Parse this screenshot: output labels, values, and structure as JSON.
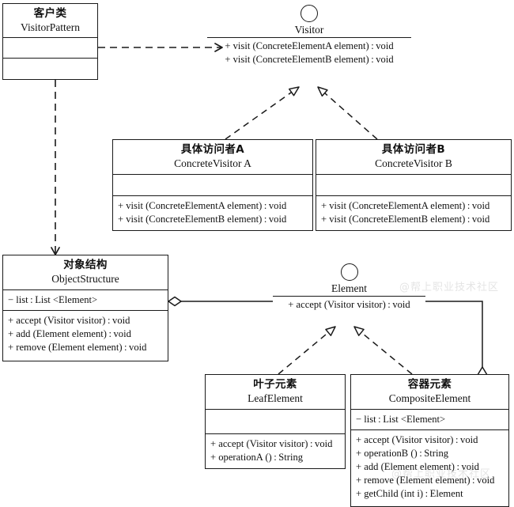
{
  "diagram": {
    "title": "Visitor Pattern UML Class Diagram",
    "stroke_color": "#1a1a1a",
    "background_color": "#ffffff"
  },
  "classes": {
    "client": {
      "cn_name": "客户类",
      "en_name": "VisitorPattern",
      "attributes": [],
      "operations": []
    },
    "concrete_visitor_a": {
      "cn_name": "具体访问者A",
      "en_name": "ConcreteVisitor A",
      "attributes": [],
      "operations": [
        "+ visit (ConcreteElementA element) : void",
        "+ visit (ConcreteElementB element) : void"
      ]
    },
    "concrete_visitor_b": {
      "cn_name": "具体访问者B",
      "en_name": "ConcreteVisitor B",
      "attributes": [],
      "operations": [
        "+ visit (ConcreteElementA element) : void",
        "+ visit (ConcreteElementB element) : void"
      ]
    },
    "object_structure": {
      "cn_name": "对象结构",
      "en_name": "ObjectStructure",
      "attributes": [
        "− list : List <Element>"
      ],
      "operations": [
        "+ accept (Visitor visitor) : void",
        "+ add (Element element) : void",
        "+ remove (Element element) : void"
      ]
    },
    "leaf_element": {
      "cn_name": "叶子元素",
      "en_name": "LeafElement",
      "attributes": [],
      "operations": [
        "+ accept (Visitor visitor) : void",
        "+ operationA () : String"
      ]
    },
    "composite_element": {
      "cn_name": "容器元素",
      "en_name": "CompositeElement",
      "attributes": [
        "− list : List <Element>"
      ],
      "operations": [
        "+ accept (Visitor visitor) : void",
        "+ operationB () : String",
        "+ add (Element element) : void",
        "+ remove (Element element) : void",
        "+ getChild (int i) : Element"
      ]
    }
  },
  "interfaces": {
    "visitor": {
      "name": "Visitor",
      "operations": [
        "+ visit (ConcreteElementA element) : void",
        "+ visit (ConcreteElementB element) : void"
      ]
    },
    "element": {
      "name": "Element",
      "operations": [
        "+ accept (Visitor visitor) : void"
      ]
    }
  },
  "relations": [
    {
      "id": "client-to-visitor",
      "type": "dependency",
      "from": "client",
      "to": "visitor",
      "style": "dashed-open-arrow"
    },
    {
      "id": "client-to-object-structure",
      "type": "dependency",
      "from": "client",
      "to": "object_structure",
      "style": "dashed-open-arrow"
    },
    {
      "id": "concrete-visitor-a-realizes-visitor",
      "type": "realization",
      "from": "concrete_visitor_a",
      "to": "visitor",
      "style": "dashed-hollow-triangle"
    },
    {
      "id": "concrete-visitor-b-realizes-visitor",
      "type": "realization",
      "from": "concrete_visitor_b",
      "to": "visitor",
      "style": "dashed-hollow-triangle"
    },
    {
      "id": "object-structure-aggregates-element",
      "type": "aggregation",
      "from": "object_structure",
      "to": "element",
      "style": "solid-hollow-diamond"
    },
    {
      "id": "leaf-element-realizes-element",
      "type": "realization",
      "from": "leaf_element",
      "to": "element",
      "style": "dashed-hollow-triangle"
    },
    {
      "id": "composite-element-realizes-element",
      "type": "realization",
      "from": "composite_element",
      "to": "element",
      "style": "dashed-hollow-triangle"
    },
    {
      "id": "composite-element-aggregates-element",
      "type": "aggregation",
      "from": "composite_element",
      "to": "element",
      "style": "solid-hollow-diamond"
    }
  ],
  "watermark": {
    "text": "@帮上职业技术社区"
  }
}
